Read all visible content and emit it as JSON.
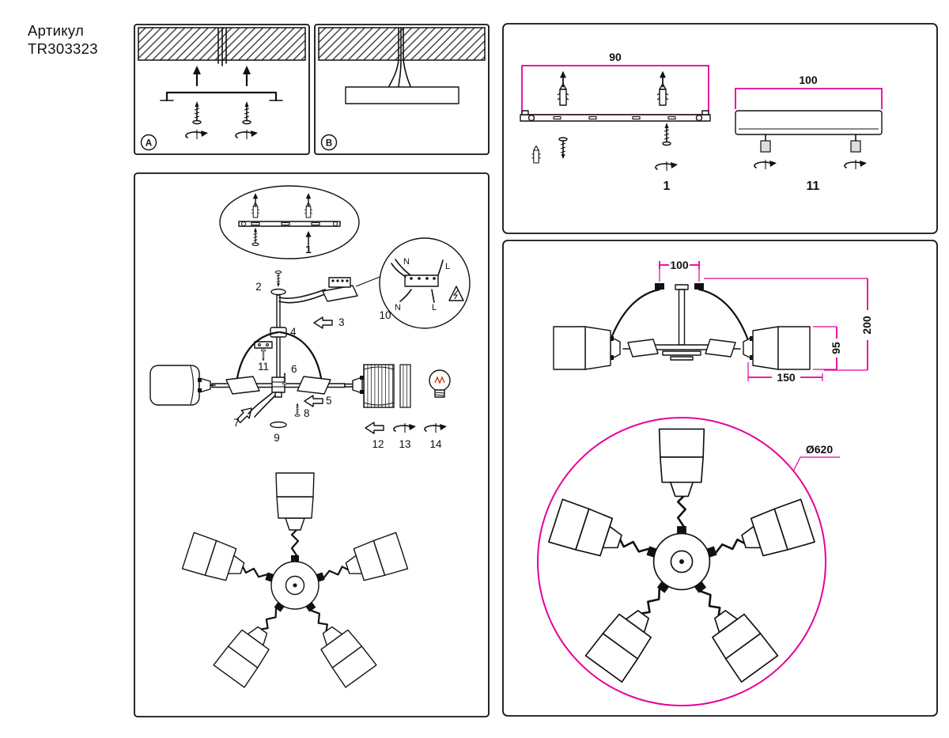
{
  "colors": {
    "accent": "#e5009b",
    "line": "#111111"
  },
  "article": {
    "label": "Артикул",
    "number": "TR303323"
  },
  "panel_a": {
    "label": "A"
  },
  "panel_b": {
    "label": "B"
  },
  "main": {
    "inset_label_1": "1",
    "n2": "2",
    "n3": "3",
    "n4": "4",
    "n5": "5",
    "n6": "6",
    "n7": "7",
    "n8": "8",
    "n9": "9",
    "n10": "10",
    "n11": "11",
    "n12": "12",
    "n13": "13",
    "n14": "14",
    "wire_n_top": "N",
    "wire_l_top": "L",
    "wire_n_bottom": "N",
    "wire_l_bottom": "L"
  },
  "bracket_panel": {
    "dim_90": "90",
    "label_1": "1",
    "dim_100": "100",
    "label_11": "11"
  },
  "dim_panel": {
    "dim_100": "100",
    "dim_200": "200",
    "dim_95": "95",
    "dim_150": "150",
    "diameter": "Ø620"
  }
}
